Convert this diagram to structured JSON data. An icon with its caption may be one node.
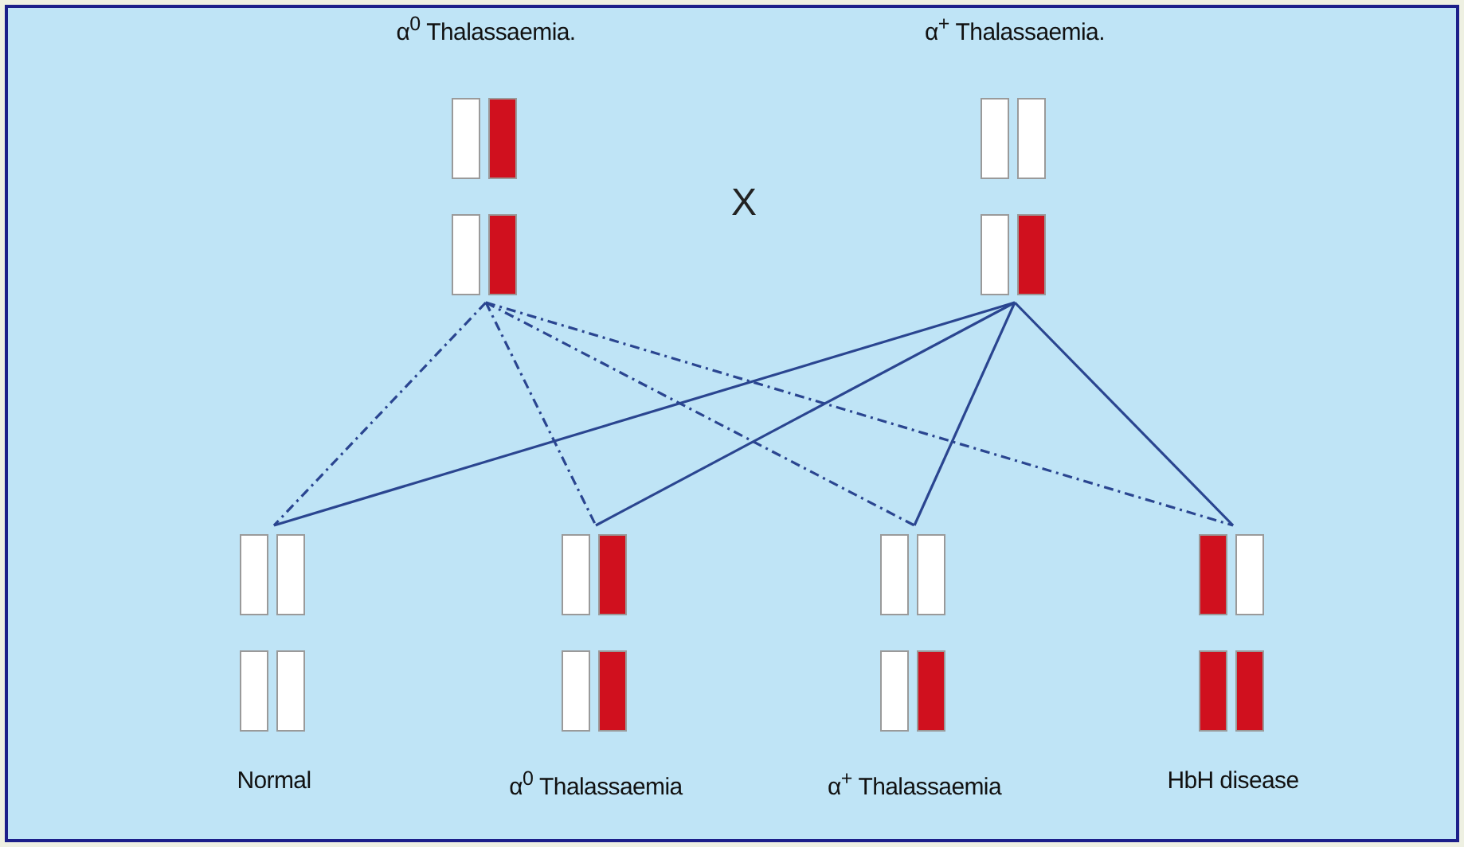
{
  "diagram": {
    "nodes": [
      {
        "text": [
          "α$^{0}$ Thalassaemia."
        ]
      },
      {
        "text": [
          "α$^{+}$ Thalassaemia."
        ]
      },
      {
        "text": [
          "Normal"
        ]
      },
      {
        "text": [
          "α$^{0}$ Thalassaemia"
        ]
      },
      {
        "text": [
          "α$^{+}$ Thalassaemia"
        ]
      },
      {
        "text": [
          "HbH disease"
        ]
      }
    ],
    "edges": [
      {
        "from": 0,
        "to": 2,
        "arrow": "none",
        "style": "dashed"
      },
      {
        "from": 0,
        "to": 3,
        "arrow": "none",
        "style": "dashed"
      },
      {
        "from": 0,
        "to": 4,
        "arrow": "none",
        "style": "dashed"
      },
      {
        "from": 0,
        "to": 5,
        "arrow": "none",
        "style": "dashed"
      },
      {
        "from": 1,
        "to": 2,
        "arrow": "none"
      },
      {
        "from": 1,
        "to": 3,
        "arrow": "none"
      },
      {
        "from": 1,
        "to": 4,
        "arrow": "none"
      },
      {
        "from": 1,
        "to": 5,
        "arrow": "none"
      }
    ],
    "labels": [
      "X"
    ]
  }
}
